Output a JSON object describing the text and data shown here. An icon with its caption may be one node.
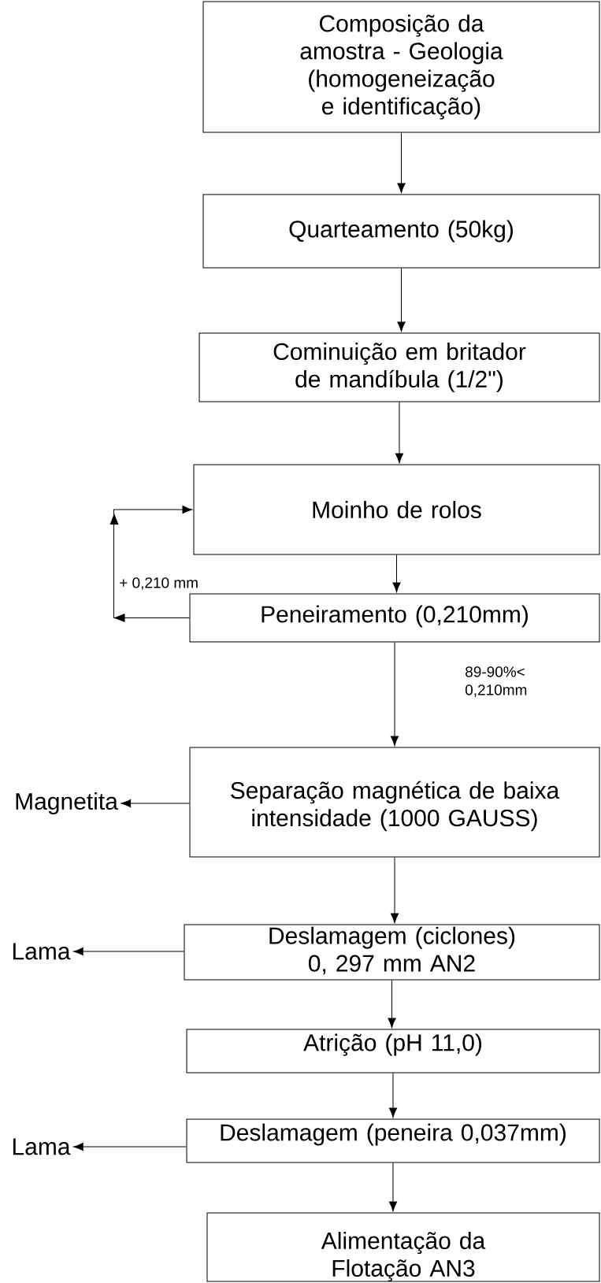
{
  "diagram": {
    "nodes": [
      {
        "text": [
          "Composição da amostra - Geologia (homogeneização e identificação)"
        ]
      },
      {
        "text": [
          "Quarteamento (50kg)"
        ]
      },
      {
        "text": [
          "Cominuição em britador de mandíbula (1/2\")"
        ]
      },
      {
        "text": [
          "Moinho de rolos"
        ]
      },
      {
        "text": [
          "Peneiramento (0,210mm)"
        ]
      },
      {
        "text": [
          "Separação magnética de baixa intensidade (1000 GAUSS)"
        ]
      },
      {
        "text": [
          "Deslamagem (ciclones) 0, 297 mm AN2"
        ]
      },
      {
        "text": [
          "Atrição (pH 11,0)"
        ]
      },
      {
        "text": [
          "Deslamagem (peneira 0,037mm)"
        ]
      },
      {
        "text": [
          "Alimentação da Flotação AN3"
        ]
      },
      {
        "text": [
          "Magnetita"
        ]
      },
      {
        "text": [
          "Lama"
        ]
      },
      {
        "text": [
          "Lama"
        ]
      }
    ],
    "edges": [
      {
        "from": 0,
        "to": 1,
        "arrow": "to"
      },
      {
        "from": 1,
        "to": 2,
        "arrow": "to"
      },
      {
        "from": 2,
        "to": 3,
        "arrow": "to"
      },
      {
        "from": 3,
        "to": 4,
        "arrow": "to"
      },
      {
        "from": 4,
        "to": 3,
        "arrow": "to",
        "label": "+ 0,210 mm"
      },
      {
        "from": 4,
        "to": 5,
        "arrow": "to"
      },
      {
        "from": 5,
        "to": 10,
        "arrow": "to"
      },
      {
        "from": 5,
        "to": 6,
        "arrow": "to"
      },
      {
        "from": 6,
        "to": 11,
        "arrow": "to"
      },
      {
        "from": 6,
        "to": 7,
        "arrow": "to"
      },
      {
        "from": 7,
        "to": 8,
        "arrow": "to"
      },
      {
        "from": 8,
        "to": 12,
        "arrow": "to"
      },
      {
        "from": 8,
        "to": 9,
        "arrow": "to"
      }
    ],
    "labels": [
      "89-90%< 0,210mm"
    ]
  }
}
